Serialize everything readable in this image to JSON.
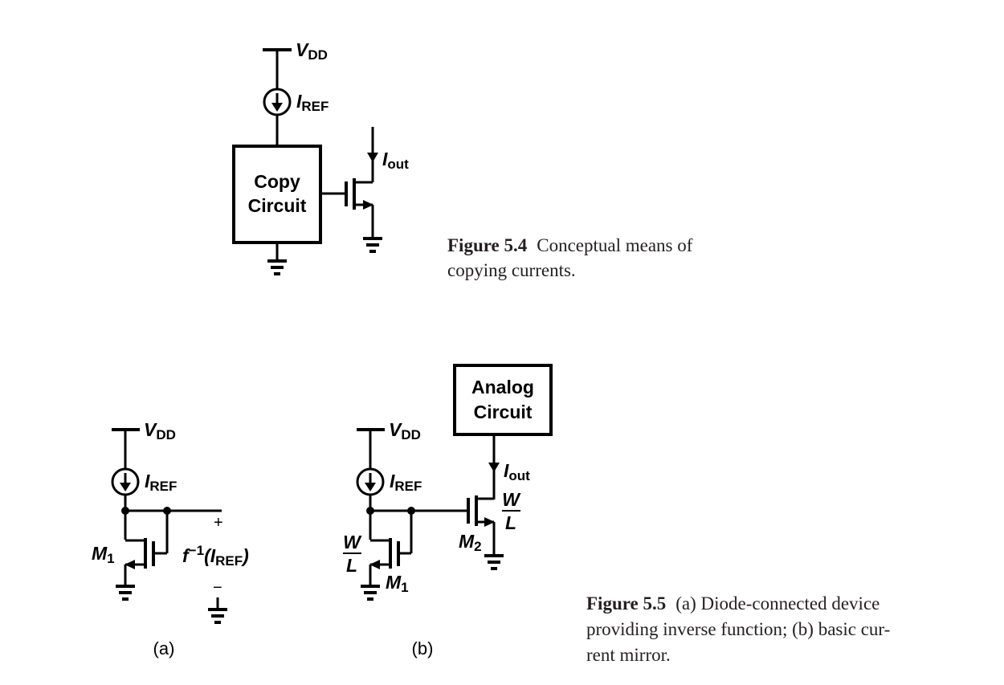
{
  "figure_5_4": {
    "vdd": {
      "main": "V",
      "sub": "DD"
    },
    "iref": {
      "main": "I",
      "sub": "REF"
    },
    "iout": {
      "main": "I",
      "sub": "out"
    },
    "box_line1": "Copy",
    "box_line2": "Circuit",
    "caption_num": "Figure 5.4",
    "caption_line1": "Conceptual means of",
    "caption_line2": "copying currents."
  },
  "figure_5_5a": {
    "vdd": {
      "main": "V",
      "sub": "DD"
    },
    "iref": {
      "main": "I",
      "sub": "REF"
    },
    "m1": {
      "main": "M",
      "sub": "1"
    },
    "func": {
      "pre": "f",
      "exp": "−1",
      "open": "(",
      "main": "I",
      "sub": "REF",
      "close": ")"
    },
    "plus": "+",
    "minus": "−",
    "part_label": "(a)"
  },
  "figure_5_5b": {
    "vdd": {
      "main": "V",
      "sub": "DD"
    },
    "iref": {
      "main": "I",
      "sub": "REF"
    },
    "iout": {
      "main": "I",
      "sub": "out"
    },
    "m1": {
      "main": "M",
      "sub": "1"
    },
    "m2": {
      "main": "M",
      "sub": "2"
    },
    "w1": "W",
    "l1": "L",
    "w2": "W",
    "l2": "L",
    "box_line1": "Analog",
    "box_line2": "Circuit",
    "part_label": "(b)"
  },
  "figure_5_5_caption": {
    "num": "Figure 5.5",
    "line1": "(a) Diode-connected device",
    "line2": "providing inverse function; (b) basic cur-",
    "line3": "rent mirror."
  }
}
